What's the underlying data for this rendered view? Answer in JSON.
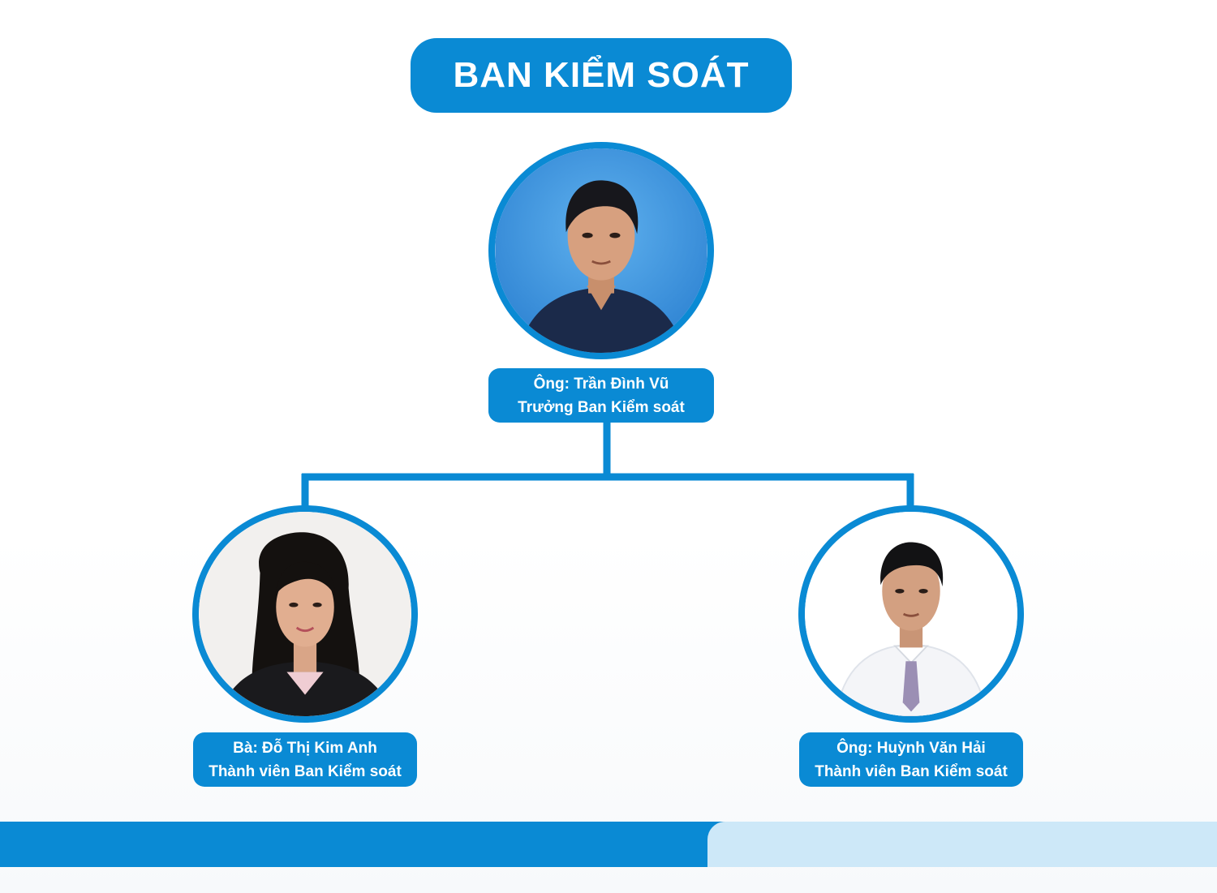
{
  "header": {
    "title": "BAN KIỂM SOÁT"
  },
  "members": [
    {
      "name": "Ông: Trần Đình Vũ",
      "role": "Trưởng Ban Kiểm soát"
    },
    {
      "name": "Bà: Đỗ Thị Kim Anh",
      "role": "Thành viên Ban Kiểm soát"
    },
    {
      "name": "Ông: Huỳnh Văn Hải",
      "role": "Thành viên Ban Kiểm soát"
    }
  ],
  "colors": {
    "accent": "#0a8ad4",
    "footer_light": "#cde8f8",
    "text_on_accent": "#ffffff"
  },
  "icons": [
    "portrait-photo",
    "portrait-photo",
    "portrait-photo"
  ]
}
